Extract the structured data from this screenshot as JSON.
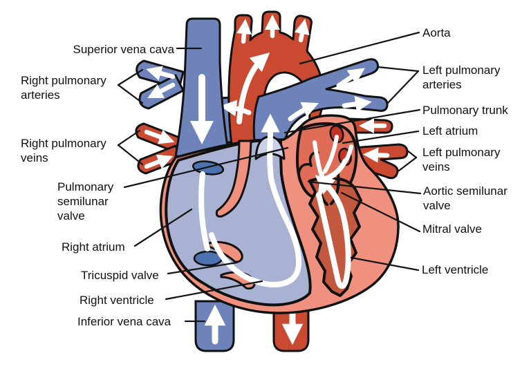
{
  "figure": {
    "type": "anatomical-diagram",
    "subject": "Cross-section of the human heart showing chambers, valves, vessels and blood-flow arrows"
  },
  "labels": {
    "superior_vena_cava": "Superior vena cava",
    "right_pulmonary_arteries": "Right pulmonary arteries",
    "right_pulmonary_veins": "Right pulmonary veins",
    "pulmonary_semilunar_valve": "Pulmonary semilunar valve",
    "right_atrium": "Right atrium",
    "tricuspid_valve": "Tricuspid valve",
    "right_ventricle": "Right ventricle",
    "inferior_vena_cava": "Inferior vena cava",
    "aorta": "Aorta",
    "left_pulmonary_arteries": "Left pulmonary arteries",
    "pulmonary_trunk": "Pulmonary trunk",
    "left_atrium": "Left atrium",
    "left_pulmonary_veins": "Left pulmonary veins",
    "aortic_semilunar_valve": "Aortic semilunar valve",
    "mitral_valve": "Mitral valve",
    "left_ventricle": "Left ventricle"
  },
  "colors": {
    "oxygenated_vessel_red": "#c94a31",
    "deoxygenated_vessel_blue": "#6d83b9",
    "right_chambers_fill": "#a9b2d3",
    "left_atrium_fill": "#de6c56",
    "left_ventricle_fill": "#c2593e",
    "heart_wall_salmon": "#f0907e",
    "vena_cava_opening_blue": "#4d72b0",
    "pulmonary_vein_opening_red": "#c23325",
    "pulmonary_valve_cup": "#c9cfe4",
    "outline_black": "#111111",
    "flow_arrow_white": "#ffffff",
    "label_text": "#0f0f0f",
    "background": "#ffffff"
  },
  "flow_arrows": [
    {
      "name": "superior-vena-cava-flow",
      "direction": "down"
    },
    {
      "name": "right-pulmonary-artery-flows",
      "direction": "left, away from heart"
    },
    {
      "name": "right-pulmonary-vein-flows",
      "direction": "right, into heart"
    },
    {
      "name": "aorta-arch-flow",
      "direction": "curving up"
    },
    {
      "name": "aorta-branch-flows",
      "direction": "up"
    },
    {
      "name": "pulmonary-trunk-flows",
      "direction": "up and outward to both lungs"
    },
    {
      "name": "left-pulmonary-vein-flows",
      "direction": "left, into heart"
    },
    {
      "name": "right-heart-flow",
      "direction": "atrium to ventricle to pulmonary trunk"
    },
    {
      "name": "left-heart-flow",
      "direction": "atrium to ventricle toward aorta"
    },
    {
      "name": "inferior-vena-cava-flow",
      "direction": "up"
    },
    {
      "name": "descending-aorta-flow",
      "direction": "down"
    }
  ]
}
